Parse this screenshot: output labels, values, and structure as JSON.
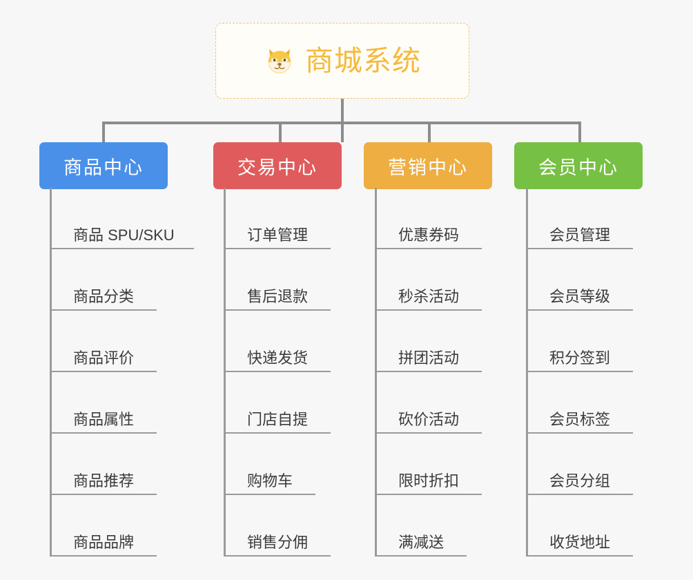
{
  "root": {
    "title": "商城系统",
    "icon": "shiba-dog-face-icon",
    "title_color": "#f5b93d",
    "card_background": "#fffdf8",
    "card_border_color": "#f0c274"
  },
  "canvas": {
    "background": "#f7f7f7",
    "connector_color": "#8c8c8c",
    "rule_color": "#9a9a9a"
  },
  "columns": [
    {
      "title": "商品中心",
      "color": "#4a90e8",
      "items": [
        "商品 SPU/SKU",
        "商品分类",
        "商品评价",
        "商品属性",
        "商品推荐",
        "商品品牌"
      ]
    },
    {
      "title": "交易中心",
      "color": "#e05c5c",
      "items": [
        "订单管理",
        "售后退款",
        "快递发货",
        "门店自提",
        "购物车",
        "销售分佣"
      ]
    },
    {
      "title": "营销中心",
      "color": "#eeae41",
      "items": [
        "优惠券码",
        "秒杀活动",
        "拼团活动",
        "砍价活动",
        "限时折扣",
        "满减送"
      ]
    },
    {
      "title": "会员中心",
      "color": "#76c043",
      "items": [
        "会员管理",
        "会员等级",
        "积分签到",
        "会员标签",
        "会员分组",
        "收货地址"
      ]
    }
  ]
}
